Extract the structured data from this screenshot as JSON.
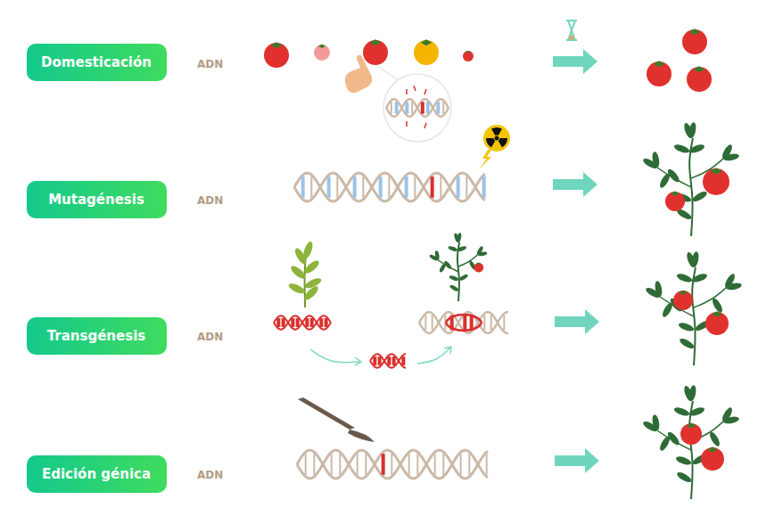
{
  "diagram": {
    "nodes": [
      {
        "text": [
          "Domesticación"
        ]
      },
      {
        "text": [
          "Mutagénesis"
        ]
      },
      {
        "text": [
          "Transgénesis"
        ]
      },
      {
        "text": [
          "Edición génica"
        ]
      }
    ],
    "labels": [
      "ADN",
      "ADN",
      "ADN",
      "ADN"
    ]
  }
}
